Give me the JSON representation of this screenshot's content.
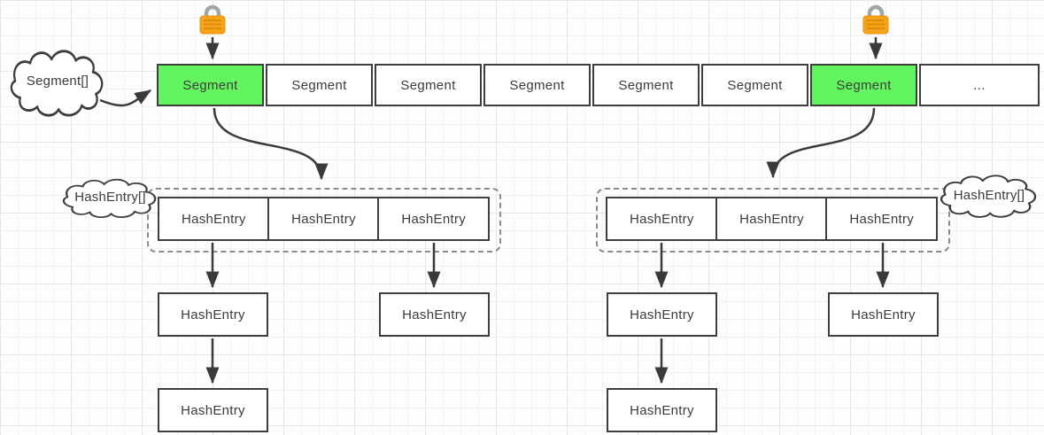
{
  "diagram": {
    "type": "concurrent-hashmap-structure",
    "segment_array_cloud": "Segment[]",
    "segment_row": {
      "cells": [
        {
          "label": "Segment",
          "highlighted": true
        },
        {
          "label": "Segment",
          "highlighted": false
        },
        {
          "label": "Segment",
          "highlighted": false
        },
        {
          "label": "Segment",
          "highlighted": false
        },
        {
          "label": "Segment",
          "highlighted": false
        },
        {
          "label": "Segment",
          "highlighted": false
        },
        {
          "label": "Segment",
          "highlighted": true
        },
        {
          "label": "...",
          "highlighted": false
        }
      ]
    },
    "left_bucket": {
      "cloud": "HashEntry[]",
      "array_cells": [
        "HashEntry",
        "HashEntry",
        "HashEntry"
      ],
      "chain_from_cell_1": [
        "HashEntry",
        "HashEntry"
      ],
      "chain_from_cell_3": [
        "HashEntry"
      ]
    },
    "right_bucket": {
      "cloud": "HashEntry[]",
      "array_cells": [
        "HashEntry",
        "HashEntry",
        "HashEntry"
      ],
      "chain_from_cell_1": [
        "HashEntry",
        "HashEntry"
      ],
      "chain_from_cell_3": [
        "HashEntry"
      ]
    },
    "icons": {
      "left_lock": "lock-icon",
      "right_lock": "lock-icon"
    },
    "colors": {
      "segment_highlight": "#63F55F",
      "box_border": "#3E3E3E",
      "text": "#3B3B3B",
      "arrow": "#3A3A3A",
      "dashed_border": "#8B8B8B",
      "lock_body": "#F5A31A",
      "lock_lines": "#DD8D05",
      "lock_shackle": "#9FA8A8"
    }
  }
}
